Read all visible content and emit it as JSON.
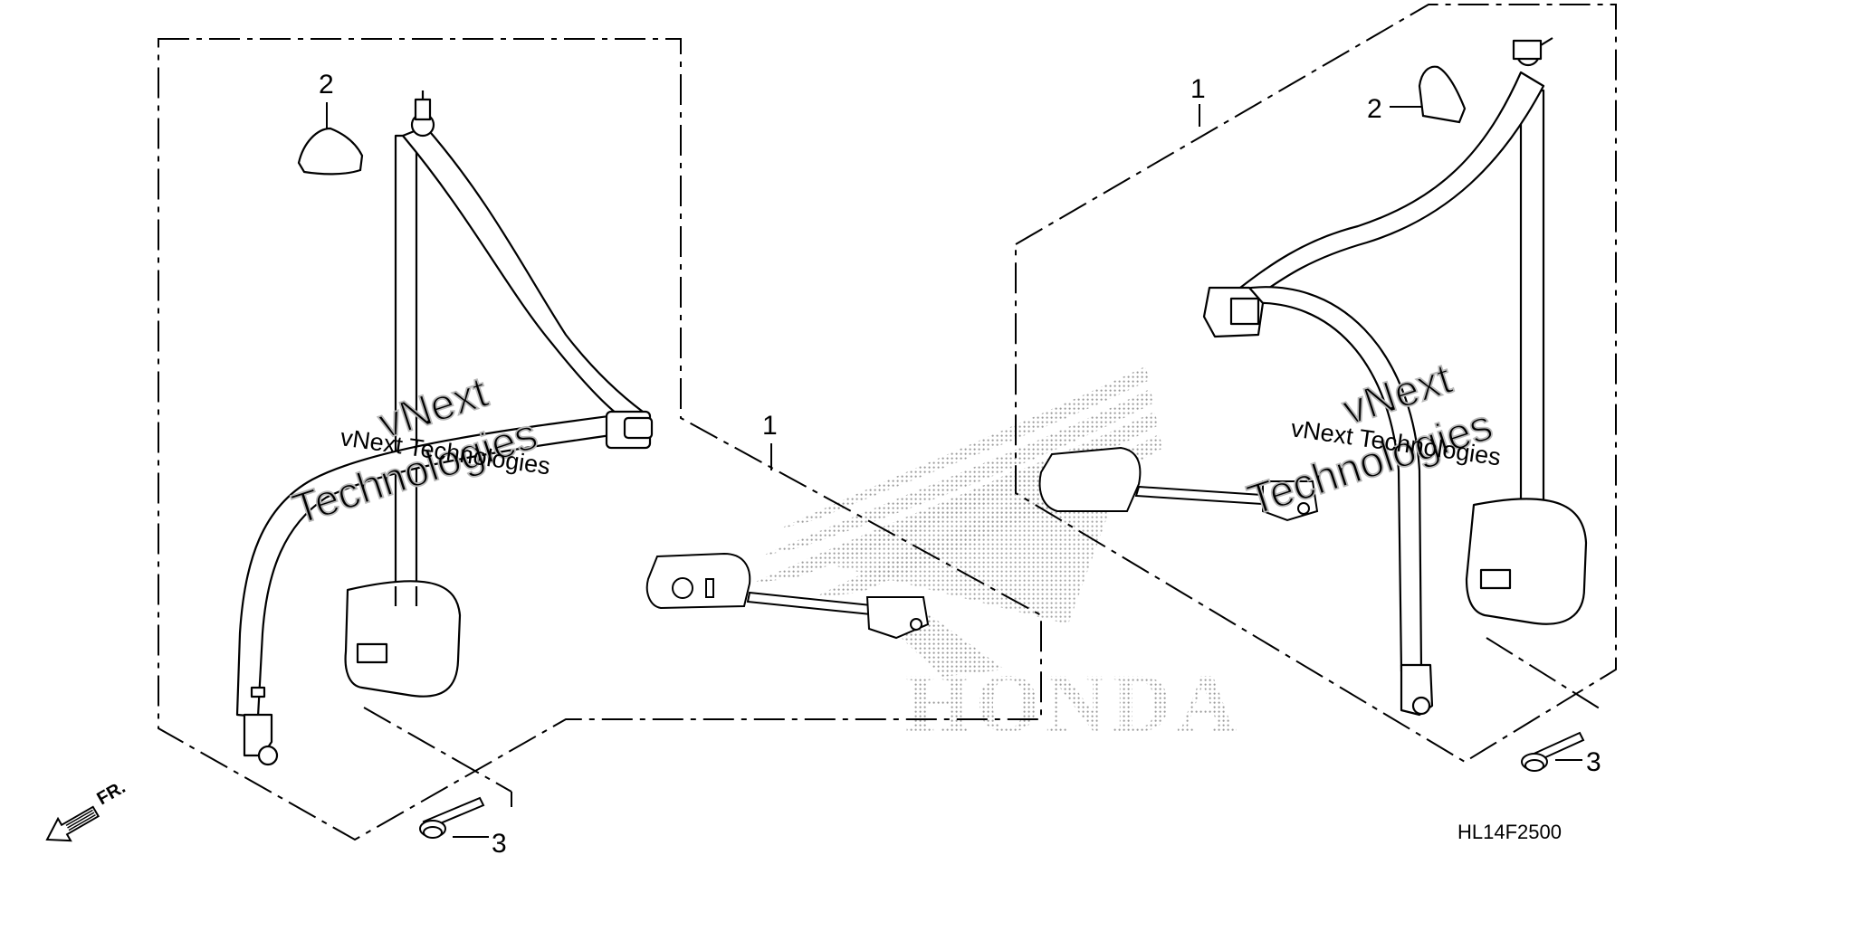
{
  "diagram_code": "HL14F2500",
  "front_indicator": "FR.",
  "brand_watermark": "HONDA",
  "watermark_text": {
    "line1": "vNext",
    "line2": "Technologies",
    "inline": "vNext Technologies"
  },
  "callouts": {
    "left_group": "1",
    "left_cover": "2",
    "left_bolt": "3",
    "right_group": "1",
    "right_cover": "2",
    "right_bolt": "3"
  },
  "colors": {
    "line": "#000000",
    "dot": "#999999",
    "watermark": "#b8b8b8"
  }
}
